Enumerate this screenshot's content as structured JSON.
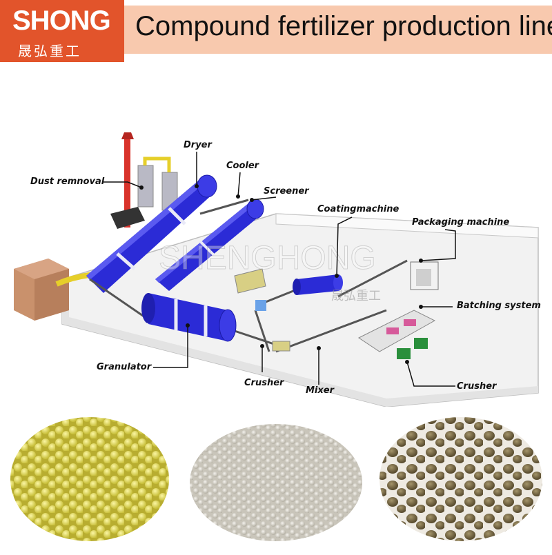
{
  "header": {
    "logo_text": "SHONG",
    "logo_subtext": "晟弘重工",
    "title": "Compound fertilizer production line",
    "logo_color": "#e2542b",
    "band_color": "#f8c9ae"
  },
  "diagram": {
    "watermark": "SHENGHONG",
    "watermark_cn": "晟弘重工",
    "labels": {
      "dryer": "Dryer",
      "cooler": "Cooler",
      "dust_removal": "Dust remnoval",
      "screener": "Screener",
      "coating_machine": "Coatingmachine",
      "packaging_machine": "Packaging machine",
      "batching_system": "Batching system",
      "granulator": "Granulator",
      "crusher_left": "Crusher",
      "mixer": "Mixer",
      "crusher_right": "Crusher"
    },
    "colors": {
      "drum": "#2b2bd6",
      "drum_band": "#d9d9f5",
      "chimney": "#d9332b",
      "floor": "#f1f1f1"
    }
  },
  "samples": [
    {
      "name": "yellow-granules",
      "color": "#e3dc6a"
    },
    {
      "name": "white-granules",
      "color": "#d9d6cc"
    },
    {
      "name": "brown-granules",
      "color": "#7a6a45"
    }
  ]
}
